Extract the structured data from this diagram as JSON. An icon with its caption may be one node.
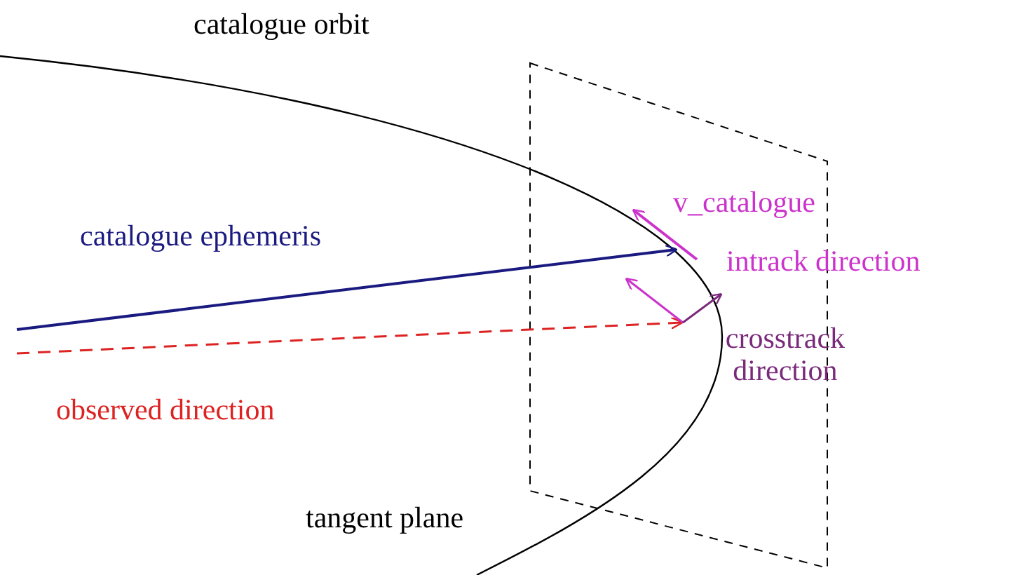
{
  "diagram": {
    "labels": [
      "catalogue orbit",
      "v_catalogue",
      "catalogue ephemeris",
      "intrack direction",
      "crosstrack direction",
      "observed direction",
      "tangent plane"
    ]
  }
}
